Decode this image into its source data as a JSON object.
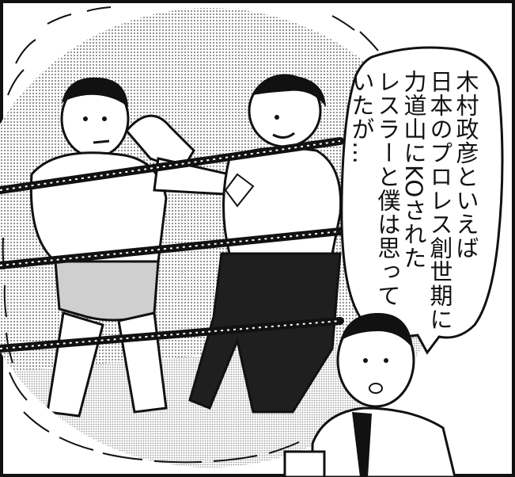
{
  "speech_bubble": {
    "lines": [
      "木村政彦といえば",
      "日本のプロレス創世期に",
      "力道山にKOされた",
      "レスラーと僕は思って",
      "いたが…"
    ]
  },
  "scene": {
    "illustration": "wrestling-ring-scene-icon",
    "colors": {
      "ink": "#111111",
      "paper": "#ffffff",
      "screentone": "#bdbdbd",
      "dark_tone": "#2a2a2a"
    }
  }
}
